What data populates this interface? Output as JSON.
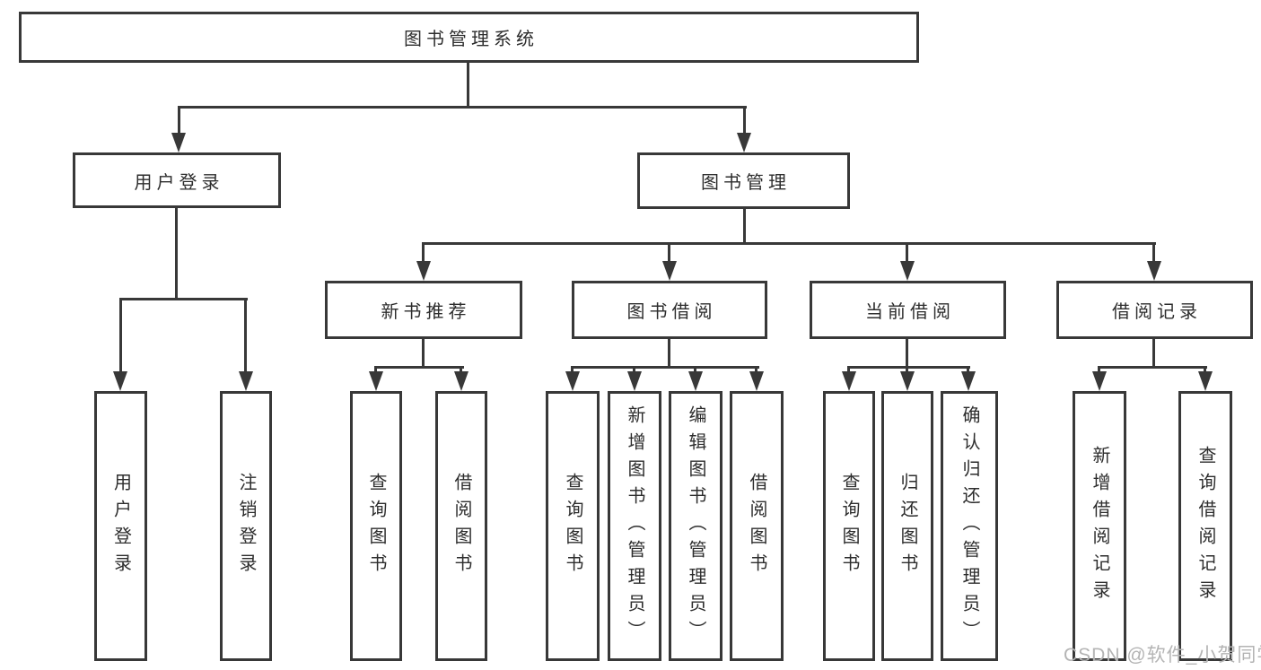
{
  "tree": {
    "root": "图书管理系统",
    "branches": [
      {
        "label": "用户登录",
        "children": [
          "用户登录",
          "注销登录"
        ]
      },
      {
        "label": "图书管理",
        "groups": [
          {
            "label": "新书推荐",
            "children": [
              "查询图书",
              "借阅图书"
            ]
          },
          {
            "label": "图书借阅",
            "children": [
              "查询图书",
              "新增图书（管理员）",
              "编辑图书（管理员）",
              "借阅图书"
            ]
          },
          {
            "label": "当前借阅",
            "children": [
              "查询图书",
              "归还图书",
              "确认归还（管理员）"
            ]
          },
          {
            "label": "借阅记录",
            "children": [
              "新增借阅记录",
              "查询借阅记录"
            ]
          }
        ]
      }
    ]
  },
  "watermark": {
    "text": "CSDN @软件_小贺同学"
  },
  "colors": {
    "line": "#383838",
    "text": "#2d2d2d",
    "watermark": "#b4b4b4",
    "background": "#ffffff"
  }
}
